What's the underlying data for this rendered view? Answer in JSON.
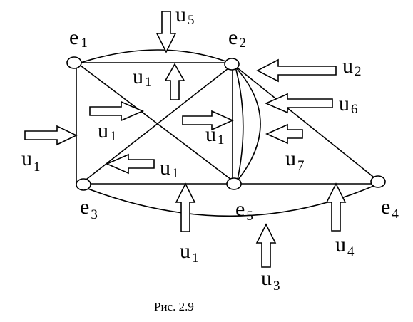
{
  "figure": {
    "caption": "Рис. 2.9",
    "nodes": [
      {
        "id": "e1",
        "letter": "e",
        "index": "1"
      },
      {
        "id": "e2",
        "letter": "e",
        "index": "2"
      },
      {
        "id": "e3",
        "letter": "e",
        "index": "3"
      },
      {
        "id": "e4",
        "letter": "e",
        "index": "4"
      },
      {
        "id": "e5",
        "letter": "e",
        "index": "5"
      }
    ],
    "edge_labels": [
      {
        "id": "u5",
        "letter": "u",
        "index": "5"
      },
      {
        "id": "u1-e1e2",
        "letter": "u",
        "index": "1"
      },
      {
        "id": "u2",
        "letter": "u",
        "index": "2"
      },
      {
        "id": "u6",
        "letter": "u",
        "index": "6"
      },
      {
        "id": "u1-diag-e1e5",
        "letter": "u",
        "index": "1"
      },
      {
        "id": "u1-e2e5",
        "letter": "u",
        "index": "1"
      },
      {
        "id": "u7",
        "letter": "u",
        "index": "7"
      },
      {
        "id": "u1-e1e3",
        "letter": "u",
        "index": "1"
      },
      {
        "id": "u1-diag-e2e3",
        "letter": "u",
        "index": "1"
      },
      {
        "id": "u1-e3e5",
        "letter": "u",
        "index": "1"
      },
      {
        "id": "u3",
        "letter": "u",
        "index": "3"
      },
      {
        "id": "u4",
        "letter": "u",
        "index": "4"
      }
    ]
  }
}
